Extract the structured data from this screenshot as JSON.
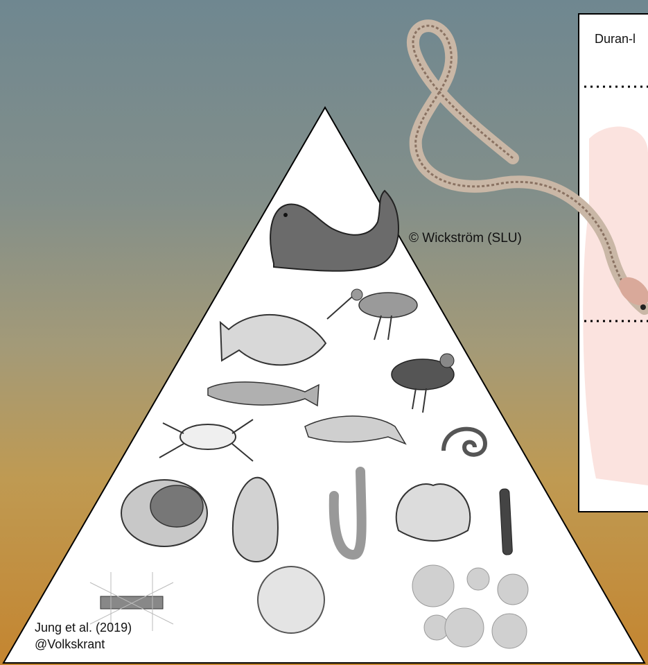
{
  "credits": {
    "eel_photo": "© Wickström (SLU)",
    "pyramid_source_line1": "Jung et al. (2019)",
    "pyramid_source_line2": "@Volkskrant"
  },
  "right_panel": {
    "caption": "Duran-l"
  },
  "pyramid_levels": {
    "top": [
      "harbour seal"
    ],
    "upper_middle": [
      "flatfish",
      "godwit",
      "goby",
      "sandpiper"
    ],
    "middle": [
      "crab",
      "shrimp",
      "polychaete worm"
    ],
    "lower_middle": [
      "clam",
      "oyster",
      "lugworm",
      "cockle",
      "razor clam"
    ],
    "base": [
      "diatom chain",
      "phytoplankton cell",
      "algal cells"
    ]
  },
  "colors": {
    "pyramid_fill": "#ffffff",
    "outline": "#000000",
    "background_top": "#6f8790",
    "background_bottom": "#c48530"
  }
}
